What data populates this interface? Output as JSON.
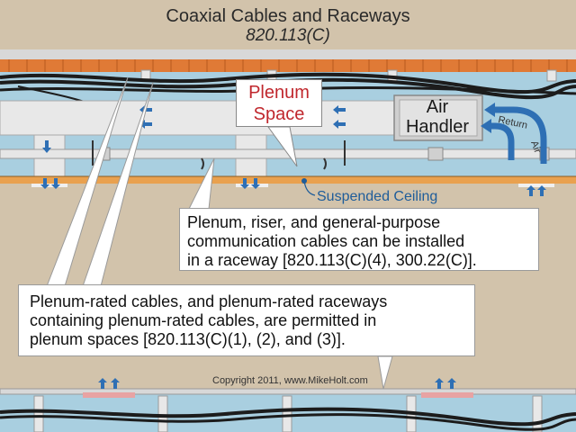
{
  "title": "Coaxial Cables and Raceways",
  "code_ref": "820.113(C)",
  "labels": {
    "plenum_space": [
      "Plenum",
      "Space"
    ],
    "air_handler": [
      "Air",
      "Handler"
    ],
    "return_air": [
      "Return",
      "Air"
    ],
    "suspended_ceiling": "Suspended Ceiling"
  },
  "callouts": {
    "raceway": [
      "Plenum, riser, and general-purpose",
      "communication cables can be installed",
      "in a raceway [820.113(C)(4), 300.22(C)]."
    ],
    "plenum_rated": [
      "Plenum-rated cables, and plenum-rated raceways",
      "containing plenum-rated cables, are permitted in",
      "plenum spaces [820.113(C)(1), (2), and (3)]."
    ]
  },
  "copyright": "Copyright 2011, www.MikeHolt.com",
  "colors": {
    "ceiling_wall": "#d2c3ab",
    "plenum": "#a9cfe0",
    "duct": "#e8e8e8",
    "cable_tray": "#e07a36",
    "raceway": "#e6e6e6",
    "airflow_arrow": "#2e6fb4",
    "accent_red": "#c0272d",
    "ceiling_label": "#1f5d9a"
  }
}
